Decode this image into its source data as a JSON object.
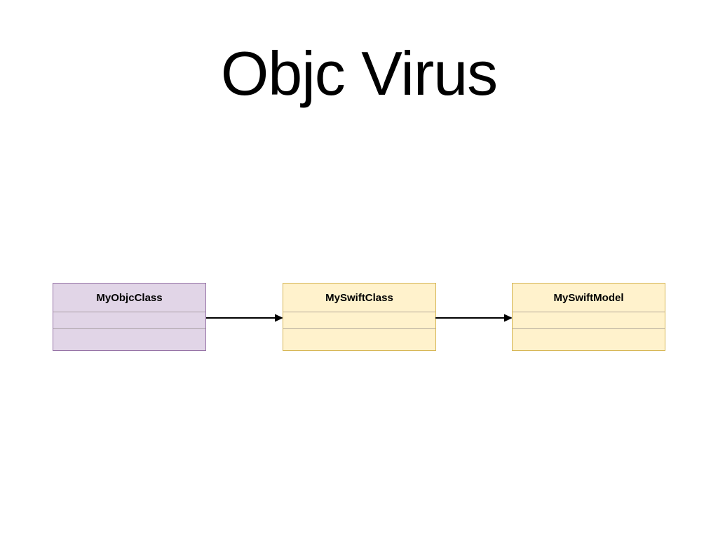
{
  "slide": {
    "title": "Objc Virus",
    "background_color": "#ffffff"
  },
  "diagram": {
    "type": "uml-class-diagram",
    "palette": {
      "objc_fill": "#e1d5e7",
      "objc_stroke": "#9673a6",
      "swift_fill": "#fff2cc",
      "swift_stroke": "#d6b656",
      "divider": "#b3a899",
      "arrow": "#000000",
      "text": "#000000"
    },
    "classes": [
      {
        "id": "myobjcclass",
        "name": "MyObjcClass",
        "style": "objc",
        "compartments": [
          "",
          ""
        ]
      },
      {
        "id": "myswiftclass",
        "name": "MySwiftClass",
        "style": "swift",
        "compartments": [
          "",
          ""
        ]
      },
      {
        "id": "myswiftmodel",
        "name": "MySwiftModel",
        "style": "swift",
        "compartments": [
          "",
          ""
        ]
      }
    ],
    "connections": [
      {
        "id": "objc-to-swift",
        "from": "myobjcclass",
        "to": "myswiftclass",
        "label": "",
        "arrow_head": "filled-triangle",
        "line_style": "solid"
      },
      {
        "id": "swift-to-model",
        "from": "myswiftclass",
        "to": "myswiftmodel",
        "label": "",
        "arrow_head": "filled-triangle",
        "line_style": "solid"
      }
    ]
  }
}
